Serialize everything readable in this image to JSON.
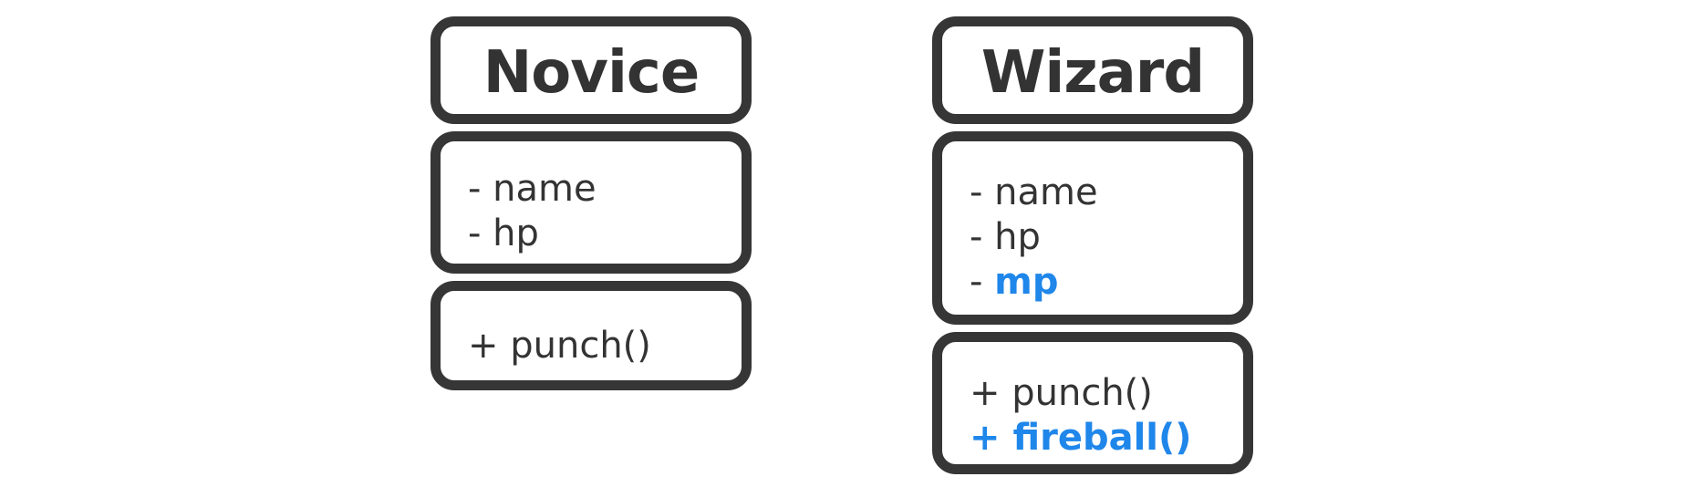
{
  "classes": [
    {
      "name": "Novice",
      "attributes": [
        {
          "prefix": "- ",
          "text": "name",
          "highlight": false
        },
        {
          "prefix": "- ",
          "text": "hp",
          "highlight": false
        }
      ],
      "methods": [
        {
          "prefix": "+ ",
          "text": "punch()",
          "highlight": false
        }
      ]
    },
    {
      "name": "Wizard",
      "attributes": [
        {
          "prefix": "- ",
          "text": "name",
          "highlight": false
        },
        {
          "prefix": "- ",
          "text": "hp",
          "highlight": false
        },
        {
          "prefix": "- ",
          "text": "mp",
          "highlight": true
        }
      ],
      "methods": [
        {
          "prefix": "+ ",
          "text": "punch()",
          "highlight": false
        },
        {
          "prefix": "+ ",
          "text": "fireball()",
          "highlight": true
        }
      ]
    }
  ],
  "colors": {
    "border": "#363636",
    "text": "#333333",
    "highlight": "#1f86ea"
  }
}
